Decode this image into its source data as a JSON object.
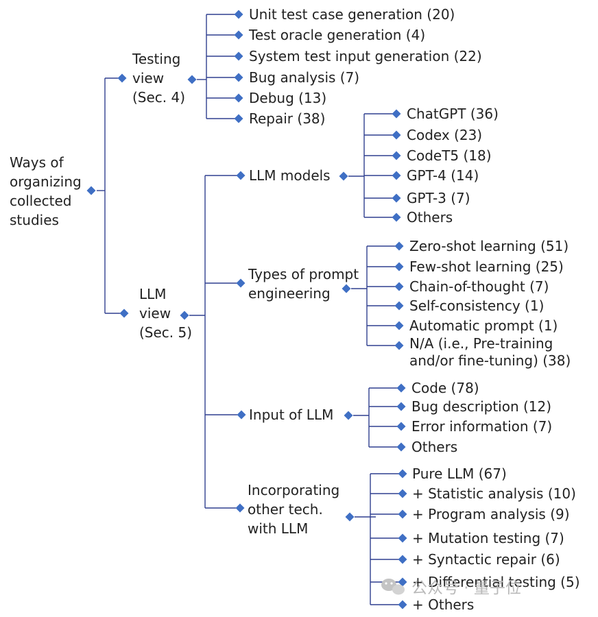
{
  "root": {
    "lines": [
      "Ways of",
      "organizing",
      "collected",
      "studies"
    ]
  },
  "testing_view": {
    "label_lines": [
      "Testing",
      "view",
      "(Sec. 4)"
    ],
    "items": [
      "Unit test case generation (20)",
      "Test oracle generation (4)",
      "System test input generation (22)",
      "Bug analysis (7)",
      "Debug (13)",
      "Repair (38)"
    ]
  },
  "llm_view": {
    "label_lines": [
      "LLM",
      "view",
      "(Sec. 5)"
    ],
    "llm_models": {
      "label": "LLM models",
      "items": [
        "ChatGPT (36)",
        "Codex (23)",
        "CodeT5 (18)",
        "GPT-4 (14)",
        "GPT-3 (7)",
        "Others"
      ]
    },
    "prompt_engineering": {
      "label_lines": [
        "Types of prompt",
        "engineering"
      ],
      "items": [
        "Zero-shot learning (51)",
        "Few-shot learning (25)",
        "Chain-of-thought (7)",
        "Self-consistency (1)",
        "Automatic prompt (1)",
        "N/A (i.e., Pre-training",
        "and/or fine-tuning) (38)"
      ]
    },
    "input_of_llm": {
      "label": "Input of LLM",
      "items": [
        "Code (78)",
        "Bug description (12)",
        "Error information (7)",
        "Others"
      ]
    },
    "incorporating": {
      "label_lines": [
        "Incorporating",
        "other tech.",
        "with LLM"
      ],
      "items": [
        "Pure LLM (67)",
        "+ Statistic analysis (10)",
        "+ Program analysis (9)",
        "+ Mutation testing (7)",
        "+ Syntactic repair (6)",
        "+ Differential testing (5)",
        "+ Others"
      ]
    }
  },
  "watermark": "公众号 · 量子位",
  "colors": {
    "line": "#2f3f8f",
    "diamond": "#3f6fc4",
    "text": "#222222"
  }
}
